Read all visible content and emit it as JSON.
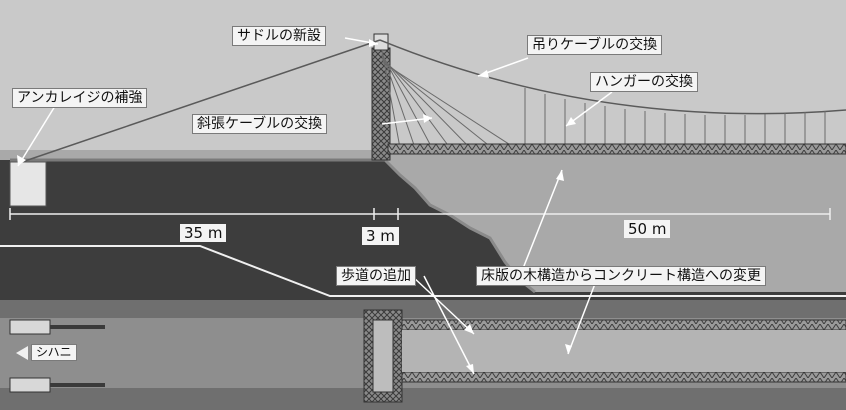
{
  "labels": {
    "saddle": "サドルの新設",
    "anchorage": "アンカレイジの補強",
    "stay_cable": "斜張ケーブルの交換",
    "main_cable": "吊りケーブルの交換",
    "hanger": "ハンガーの交換",
    "sidewalk": "歩道の追加",
    "deck": "床版の木構造からコンクリート構造への変更"
  },
  "dimensions": {
    "left_span": "35 m",
    "tower_width": "3 m",
    "right_span": "50 m"
  },
  "direction": {
    "label": "シハニ"
  }
}
